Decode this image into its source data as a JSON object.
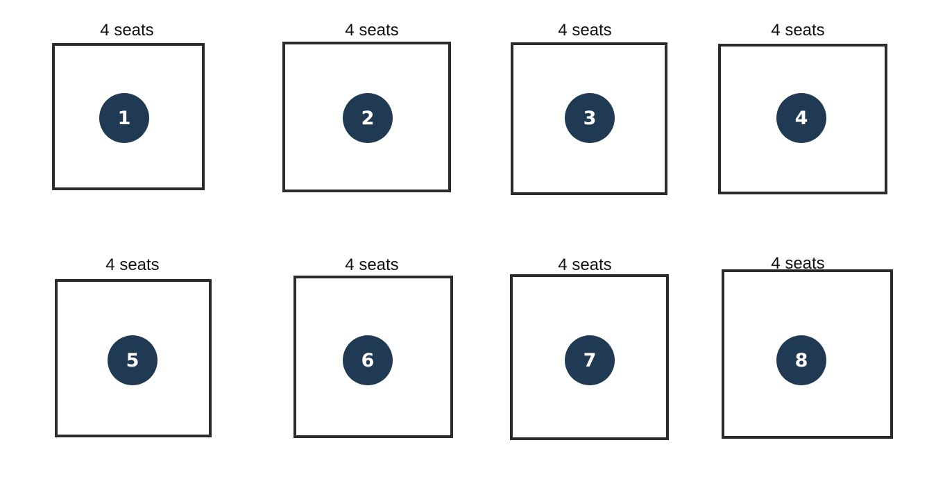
{
  "tables": [
    {
      "number": "1",
      "seats_label": "4 seats"
    },
    {
      "number": "2",
      "seats_label": "4 seats"
    },
    {
      "number": "3",
      "seats_label": "4 seats"
    },
    {
      "number": "4",
      "seats_label": "4 seats"
    },
    {
      "number": "5",
      "seats_label": "4 seats"
    },
    {
      "number": "6",
      "seats_label": "4 seats"
    },
    {
      "number": "7",
      "seats_label": "4 seats"
    },
    {
      "number": "8",
      "seats_label": "4 seats"
    }
  ],
  "colors": {
    "badge_fill": "#1f3a52",
    "badge_text": "#ffffff",
    "table_outline": "#2b2b2b",
    "label_text": "#111111"
  }
}
